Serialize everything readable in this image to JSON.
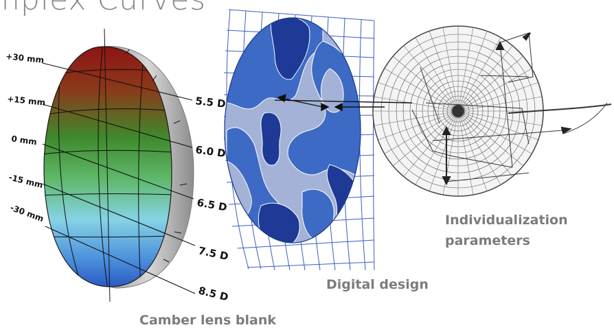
{
  "title": "mplex Curves",
  "lens": {
    "caption": "Camber lens blank",
    "height_labels": [
      "+30 mm",
      "+15 mm",
      "0 mm",
      "-15 mm",
      "-30 mm"
    ],
    "diopter_labels": [
      "5.5 D",
      "6.0 D",
      "6.5 D",
      "7.5 D",
      "8.5 D"
    ],
    "gradient_colors": [
      "#8f1414",
      "#3c8a2c",
      "#7fd3e8",
      "#2f6bd0"
    ]
  },
  "design": {
    "caption": "Digital design",
    "colors": {
      "dark": "#1e3a96",
      "mid": "#3d6ac4",
      "light": "#a3b2d6"
    }
  },
  "individualization": {
    "caption_line1": "Individualization",
    "caption_line2": "parameters"
  }
}
